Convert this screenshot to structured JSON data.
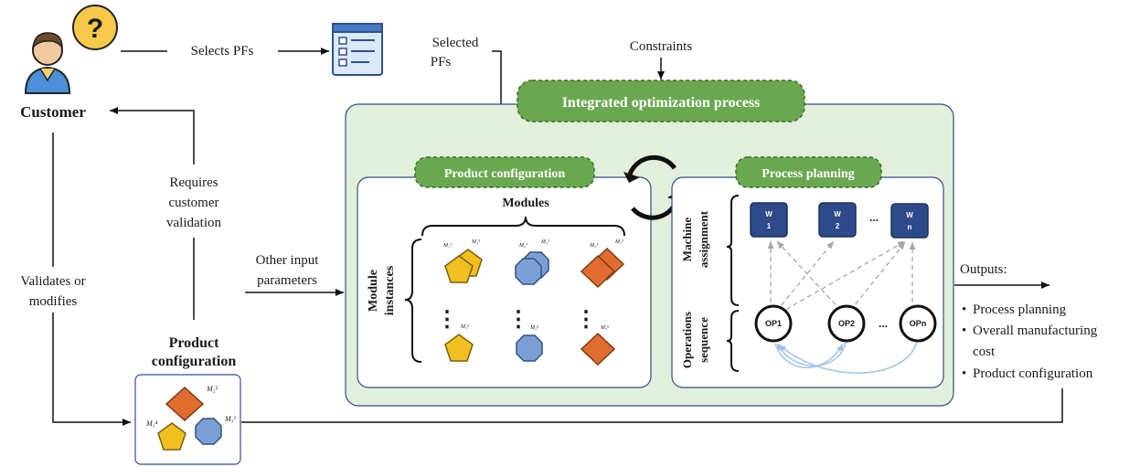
{
  "colors": {
    "panel_fill": "#e2efda",
    "panel_border": "#2f4f8f",
    "green_pill": "#6aa84f",
    "green_pill_border": "#3d6b28",
    "machine_box": "#2e4a8b",
    "pentagon": "#f0c020",
    "octagon": "#7a9fd4",
    "diamond": "#e06c30",
    "arrow": "#111111",
    "dashed": "#a6a6a6",
    "curve": "#9dc3e6"
  },
  "icons": {
    "customer": "customer-question-icon",
    "form": "checklist-form-icon",
    "cycle": "cycle-arrows-icon"
  },
  "customer": {
    "label": "Customer"
  },
  "flows": {
    "selects_pfs": "Selects PFs",
    "selected_pfs": [
      "Selected",
      "PFs"
    ],
    "constraints": "Constraints",
    "requires_validation": [
      "Requires",
      "customer",
      "validation"
    ],
    "validates_modifies": [
      "Validates  or",
      "modifies"
    ],
    "other_inputs": [
      "Other input",
      "parameters"
    ]
  },
  "integrated": {
    "title": "Integrated optimization process"
  },
  "product_config_panel": {
    "title": "Product configuration",
    "modules_label": "Modules",
    "instances_label": [
      "Module",
      "instances"
    ],
    "dots_v": "⋮",
    "sup_top": [
      "M₁¹",
      "M₁²",
      "M₂¹",
      "M₂²",
      "M₃¹",
      "M₃²"
    ],
    "sup_bottom": [
      "M₁ⁿ",
      "M₂ⁿ",
      "M₃ⁿ"
    ]
  },
  "process_panel": {
    "title": "Process planning",
    "machine_label": [
      "Machine",
      "assignment"
    ],
    "ops_label": [
      "Operations",
      "sequence"
    ],
    "machines": [
      {
        "w": "W",
        "n": "1"
      },
      {
        "w": "W",
        "n": "2"
      },
      {
        "w": "W",
        "n": "n"
      }
    ],
    "machine_ellipsis": "...",
    "operations": [
      "OP1",
      "OP2",
      "OPn"
    ],
    "op_ellipsis": "..."
  },
  "final_config": {
    "title": [
      "Product",
      "configuration"
    ],
    "labels": [
      "M₂⁵",
      "M₁⁴",
      "M₃²"
    ]
  },
  "outputs": {
    "title": "Outputs:",
    "items": [
      "Process planning",
      "Overall manufacturing",
      "cost",
      "Product configuration"
    ],
    "bullet": "•"
  }
}
